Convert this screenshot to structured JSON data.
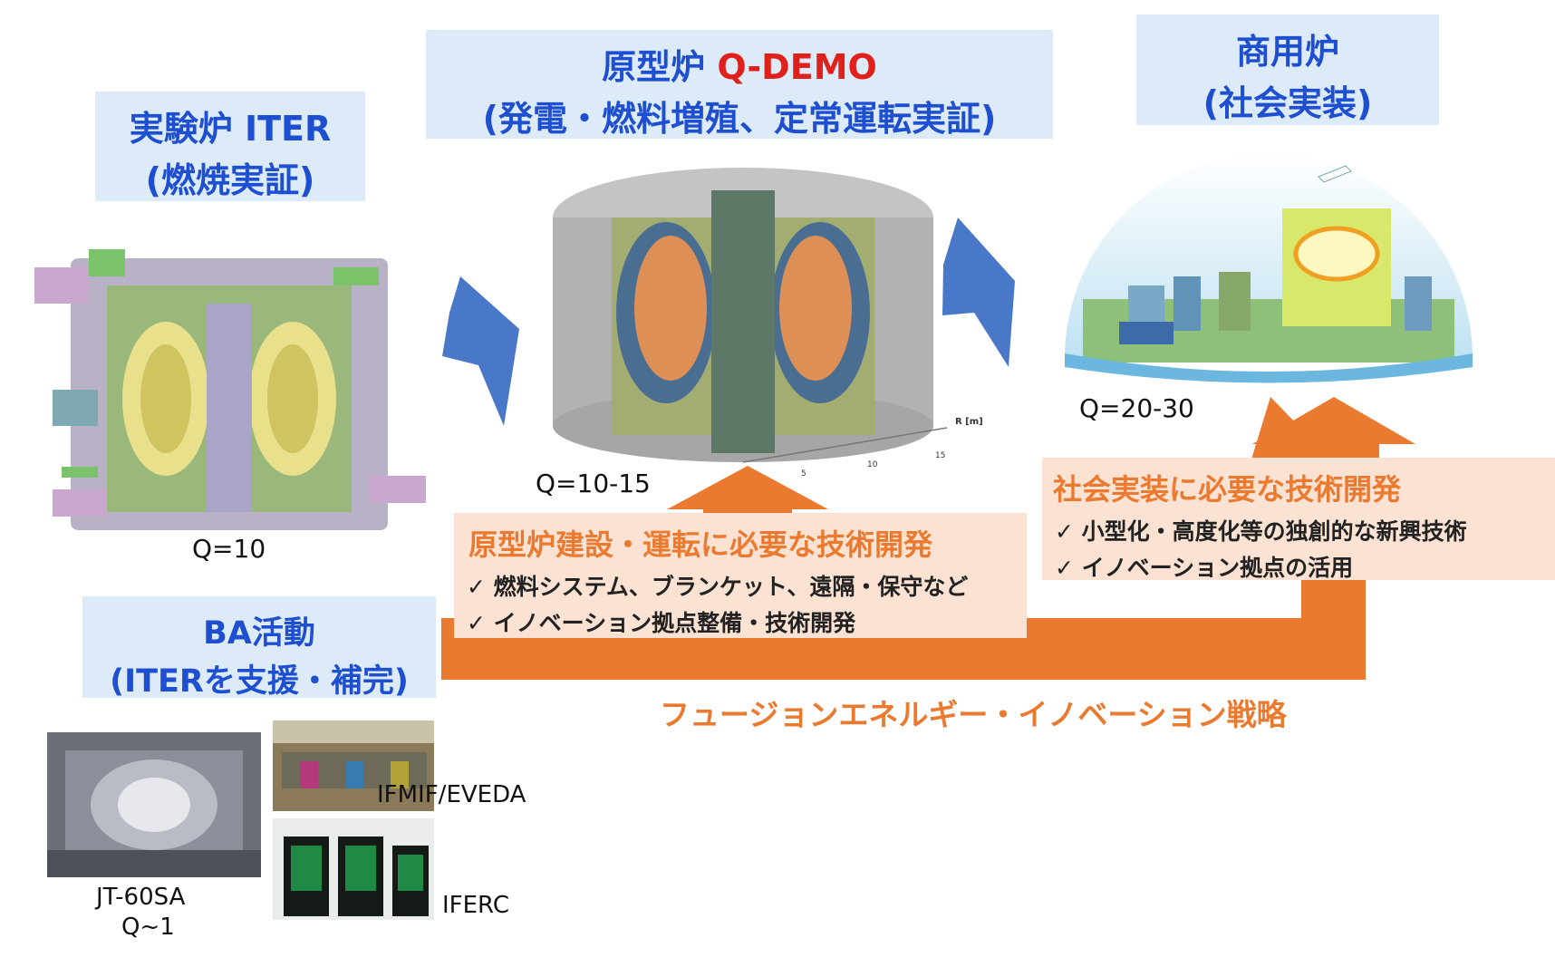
{
  "stages": {
    "iter": {
      "line1": "実験炉 ITER",
      "line2": "(燃焼実証)",
      "q": "Q=10"
    },
    "demo": {
      "line1_a": "原型炉 ",
      "line1_b": "Q-DEMO",
      "line2": "(発電・燃料増殖、定常運転実証)",
      "q": "Q=10-15",
      "axis_label": "R [m]",
      "axis_ticks": [
        "5",
        "10",
        "15"
      ]
    },
    "commercial": {
      "line1": "商用炉",
      "line2": "(社会実装)",
      "q": "Q=20-30"
    }
  },
  "ba": {
    "line1": "BA活動",
    "line2": "(ITERを支援・補完)",
    "facilities": {
      "jt60": "JT-60SA",
      "jt60_q": "Q~1",
      "ifmif": "IFMIF/EVEDA",
      "iferc": "IFERC"
    }
  },
  "tech_demo": {
    "title": "原型炉建設・運転に必要な技術開発",
    "items": [
      "✓ 燃料システム、ブランケット、遠隔・保守など",
      "✓ イノベーション拠点整備・技術開発"
    ]
  },
  "tech_social": {
    "title": "社会実装に必要な技術開発",
    "items": [
      "✓ 小型化・高度化等の独創的な新興技術",
      "✓ イノベーション拠点の活用"
    ]
  },
  "strategy_label": "フュージョンエネルギー・イノベーション戦略",
  "colors": {
    "orange": "#ea7a30",
    "blue_arrow": "#4a78c8",
    "title_blue": "#1f4fd1",
    "title_red": "#e0201b",
    "box_blue": "#dcebf7",
    "box_peach": "#fbe2d2"
  }
}
